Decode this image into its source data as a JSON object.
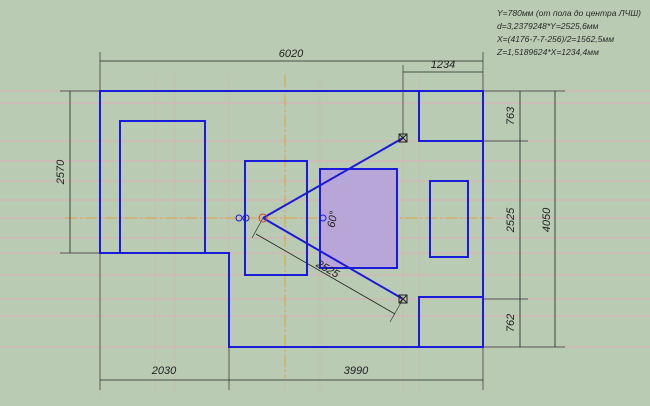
{
  "notes": [
    "Y=780мм (от пола до центра ЛЧШ)",
    "d=3,2379248*Y=2525,6мм",
    "X=(4176-7-7-256)/2=1562,5мм",
    "Z=1,5189624*X=1234,4мм"
  ],
  "dimensions": {
    "overall_width": "6020",
    "right_offset": "1234",
    "top_right_height": "763",
    "middle_height": "2525",
    "bottom_right_height": "762",
    "overall_height": "4050",
    "left_height": "2570",
    "bottom_left_width": "2030",
    "bottom_right_width": "3990",
    "diagonal": "2525",
    "angle": "60°"
  },
  "colors": {
    "background": "#b9cbb3",
    "outline": "#1a1adb",
    "centerline": "#e0a040",
    "grid": "#e4a6b8",
    "fill": "#b9a6d8"
  }
}
